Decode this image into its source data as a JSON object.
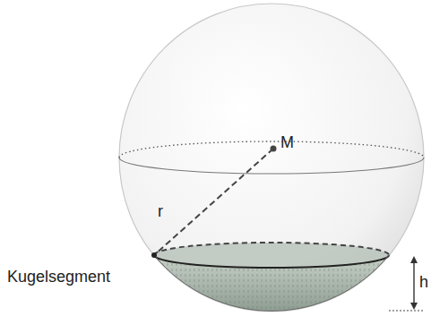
{
  "diagram": {
    "labels": [
      "M",
      "r",
      "Kugelsegment",
      "h"
    ]
  }
}
